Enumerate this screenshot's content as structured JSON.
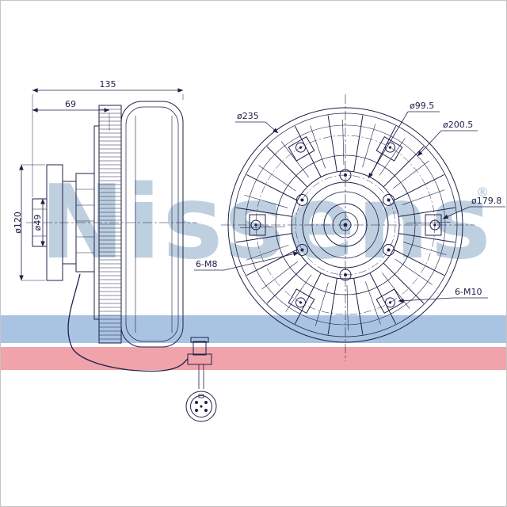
{
  "watermark": {
    "text": "Nissens",
    "registered": "®"
  },
  "side_view_dims": {
    "total_width": "135",
    "front_width": "69",
    "flange_diameter": "ø120",
    "shaft_diameter": "ø49"
  },
  "front_view_dims": {
    "outer_diameter": "ø235",
    "bolt_circle_diameter": "ø99.5",
    "blade_root_diameter": "ø200.5",
    "pad_circle_diameter": "ø179.8",
    "hub_bolts": "6-M8",
    "pad_bolts": "6-M10"
  },
  "colors": {
    "line": "#20204a",
    "watermark": "#bed0df",
    "stripe_blue": "#a9c4e2",
    "stripe_pink": "#f0a3ab",
    "background": "#ffffff",
    "border": "#c4c4c4"
  }
}
